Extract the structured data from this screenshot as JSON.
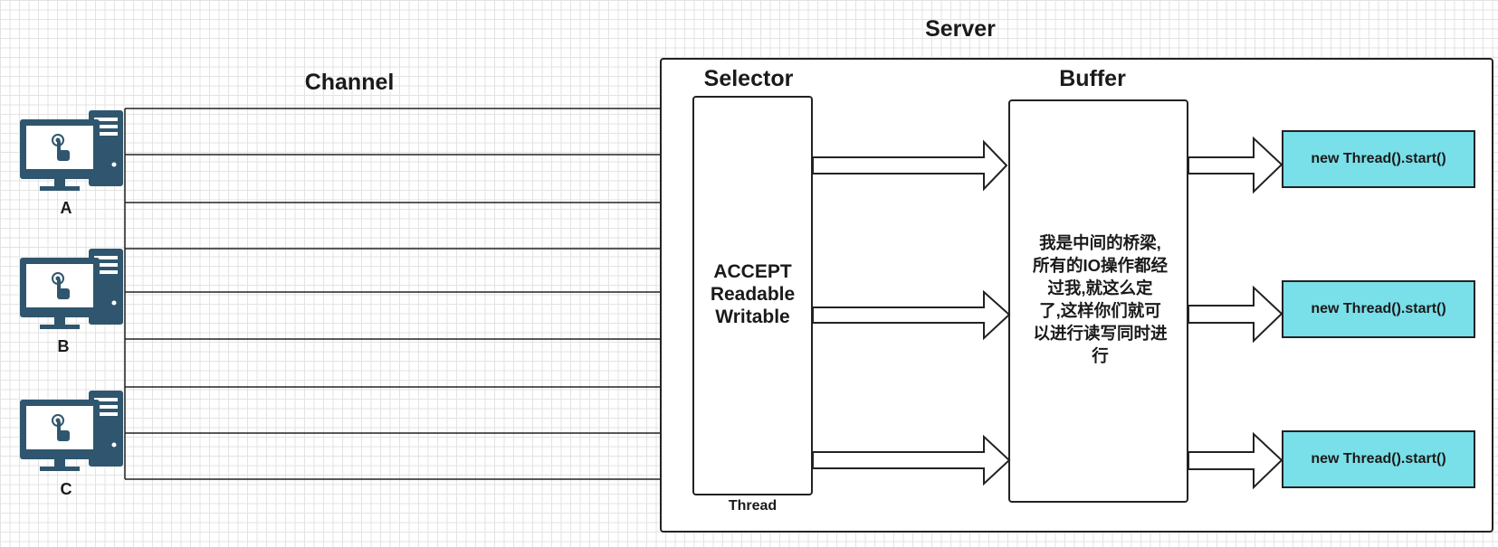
{
  "titles": {
    "server": "Server",
    "channel": "Channel",
    "selector": "Selector",
    "buffer": "Buffer"
  },
  "clients": [
    {
      "label": "A"
    },
    {
      "label": "B"
    },
    {
      "label": "C"
    }
  ],
  "selector": {
    "lines": [
      "ACCEPT",
      "Readable",
      "Writable"
    ],
    "caption": "Thread"
  },
  "buffer": {
    "lines": [
      "我是中间的桥梁,",
      "所有的IO操作都经",
      "过我,就这么定",
      "了,这样你们就可",
      "以进行读写同时进",
      "行"
    ]
  },
  "threads": [
    {
      "label": "new Thread().start()"
    },
    {
      "label": "new Thread().start()"
    },
    {
      "label": "new Thread().start()"
    }
  ],
  "colors": {
    "computer": "#2f566e",
    "thread_fill": "#79dfe9",
    "stroke": "#222222"
  },
  "icons": {
    "client": "computer-pointer-icon"
  }
}
